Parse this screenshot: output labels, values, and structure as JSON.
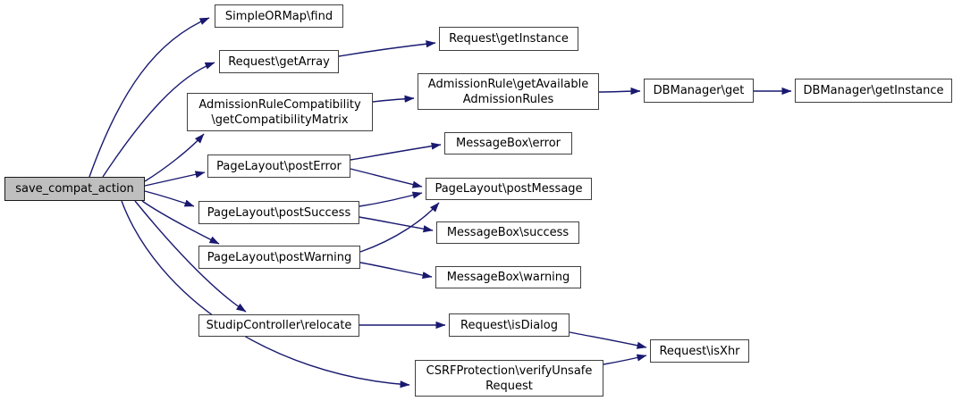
{
  "diagram": {
    "type": "call-graph",
    "root_function": "save_compat_action",
    "colors": {
      "background": "#ffffff",
      "edge": "#191970",
      "node_border": "#404040",
      "node_fill": "#ffffff",
      "root_fill": "#bfbfbf",
      "text": "#000000"
    },
    "nodes": [
      {
        "id": "save",
        "label": "save_compat_action",
        "lines": [
          "save_compat_action"
        ],
        "root": true
      },
      {
        "id": "find",
        "label": "SimpleORMap\\find",
        "lines": [
          "SimpleORMap\\find"
        ],
        "root": false
      },
      {
        "id": "getarray",
        "label": "Request\\getArray",
        "lines": [
          "Request\\getArray"
        ],
        "root": false
      },
      {
        "id": "getinstance",
        "label": "Request\\getInstance",
        "lines": [
          "Request\\getInstance"
        ],
        "root": false
      },
      {
        "id": "compat",
        "label": "AdmissionRuleCompatibility\\getCompatibilityMatrix",
        "lines": [
          "AdmissionRuleCompatibility",
          "\\getCompatibilityMatrix"
        ],
        "root": false
      },
      {
        "id": "admrules",
        "label": "AdmissionRule\\getAvailableAdmissionRules",
        "lines": [
          "AdmissionRule\\getAvailable",
          "AdmissionRules"
        ],
        "root": false
      },
      {
        "id": "dbget",
        "label": "DBManager\\get",
        "lines": [
          "DBManager\\get"
        ],
        "root": false
      },
      {
        "id": "dbinst",
        "label": "DBManager\\getInstance",
        "lines": [
          "DBManager\\getInstance"
        ],
        "root": false
      },
      {
        "id": "posterror",
        "label": "PageLayout\\postError",
        "lines": [
          "PageLayout\\postError"
        ],
        "root": false
      },
      {
        "id": "mberror",
        "label": "MessageBox\\error",
        "lines": [
          "MessageBox\\error"
        ],
        "root": false
      },
      {
        "id": "postmsg",
        "label": "PageLayout\\postMessage",
        "lines": [
          "PageLayout\\postMessage"
        ],
        "root": false
      },
      {
        "id": "postsuccess",
        "label": "PageLayout\\postSuccess",
        "lines": [
          "PageLayout\\postSuccess"
        ],
        "root": false
      },
      {
        "id": "mbsuccess",
        "label": "MessageBox\\success",
        "lines": [
          "MessageBox\\success"
        ],
        "root": false
      },
      {
        "id": "postwarn",
        "label": "PageLayout\\postWarning",
        "lines": [
          "PageLayout\\postWarning"
        ],
        "root": false
      },
      {
        "id": "mbwarn",
        "label": "MessageBox\\warning",
        "lines": [
          "MessageBox\\warning"
        ],
        "root": false
      },
      {
        "id": "relocate",
        "label": "StudipController\\relocate",
        "lines": [
          "StudipController\\relocate"
        ],
        "root": false
      },
      {
        "id": "isdialog",
        "label": "Request\\isDialog",
        "lines": [
          "Request\\isDialog"
        ],
        "root": false
      },
      {
        "id": "isxhr",
        "label": "Request\\isXhr",
        "lines": [
          "Request\\isXhr"
        ],
        "root": false
      },
      {
        "id": "csrf",
        "label": "CSRFProtection\\verifyUnsafeRequest",
        "lines": [
          "CSRFProtection\\verifyUnsafe",
          "Request"
        ],
        "root": false
      }
    ],
    "edges": [
      {
        "from": "save",
        "to": "find"
      },
      {
        "from": "save",
        "to": "getarray"
      },
      {
        "from": "save",
        "to": "compat"
      },
      {
        "from": "save",
        "to": "posterror"
      },
      {
        "from": "save",
        "to": "postsuccess"
      },
      {
        "from": "save",
        "to": "postwarn"
      },
      {
        "from": "save",
        "to": "relocate"
      },
      {
        "from": "save",
        "to": "csrf"
      },
      {
        "from": "getarray",
        "to": "getinstance"
      },
      {
        "from": "compat",
        "to": "admrules"
      },
      {
        "from": "admrules",
        "to": "dbget"
      },
      {
        "from": "dbget",
        "to": "dbinst"
      },
      {
        "from": "posterror",
        "to": "mberror"
      },
      {
        "from": "posterror",
        "to": "postmsg"
      },
      {
        "from": "postsuccess",
        "to": "postmsg"
      },
      {
        "from": "postsuccess",
        "to": "mbsuccess"
      },
      {
        "from": "postwarn",
        "to": "postmsg"
      },
      {
        "from": "postwarn",
        "to": "mbwarn"
      },
      {
        "from": "relocate",
        "to": "isdialog"
      },
      {
        "from": "isdialog",
        "to": "isxhr"
      },
      {
        "from": "csrf",
        "to": "isxhr"
      }
    ]
  }
}
